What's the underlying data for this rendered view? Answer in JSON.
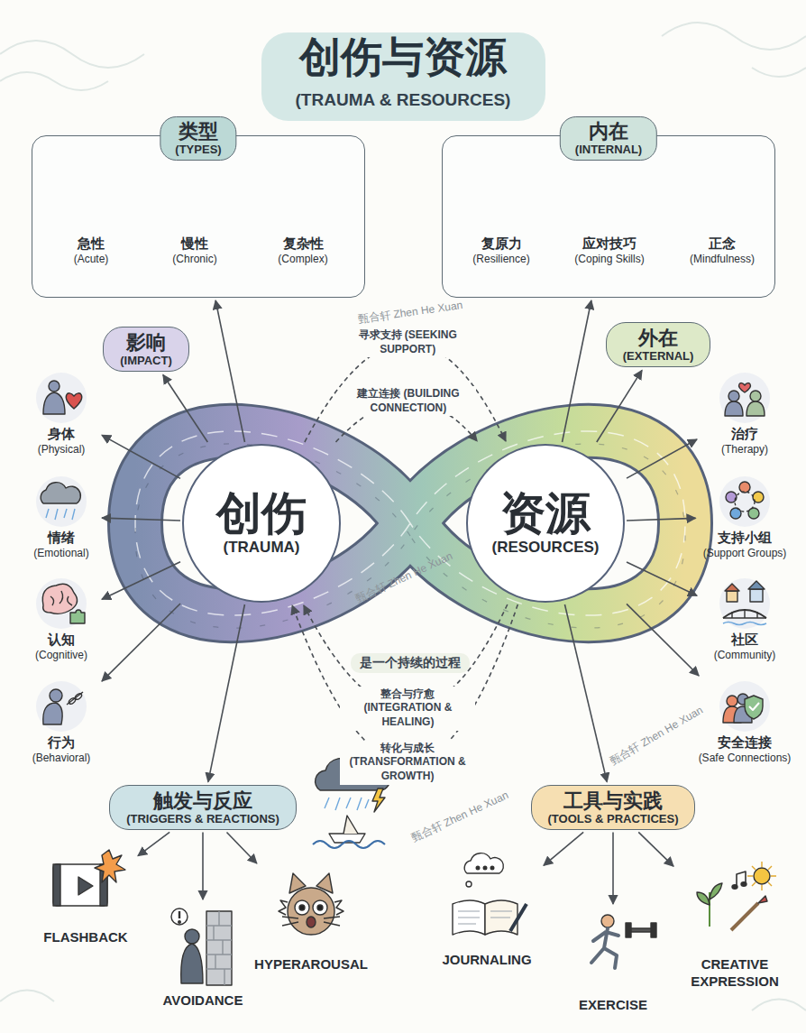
{
  "diagram": {
    "title": "创伤与资源",
    "caption": "(TRAUMA & RESOURCES)",
    "nodes": [
      {
        "text": [
          "类型",
          "(TYPES)"
        ]
      },
      {
        "text": [
          "急性",
          "(Acute)"
        ],
        "in": 0
      },
      {
        "text": [
          "慢性",
          "(Chronic)"
        ],
        "in": 0
      },
      {
        "text": [
          "复杂性",
          "(Complex)"
        ],
        "in": 0
      },
      {
        "text": [
          "内在",
          "(INTERNAL)"
        ]
      },
      {
        "text": [
          "复原力",
          "(Resilience)"
        ],
        "in": 4
      },
      {
        "text": [
          "应对技巧",
          "(Coping Skills)"
        ],
        "in": 4
      },
      {
        "text": [
          "正念",
          "(Mindfulness)"
        ],
        "in": 4
      },
      {
        "text": [
          "影响",
          "(IMPACT)"
        ]
      },
      {
        "text": [
          "身体",
          "(Physical)"
        ]
      },
      {
        "text": [
          "情绪",
          "(Emotional)"
        ]
      },
      {
        "text": [
          "认知",
          "(Cognitive)"
        ]
      },
      {
        "text": [
          "行为",
          "(Behavioral)"
        ]
      },
      {
        "text": [
          "创伤",
          "(TRAUMA)"
        ]
      },
      {
        "text": [
          "资源",
          "(RESOURCES)"
        ]
      },
      {
        "text": [
          "外在",
          "(EXTERNAL)"
        ]
      },
      {
        "text": [
          "治疗",
          "(Therapy)"
        ]
      },
      {
        "text": [
          "支持小组",
          "(Support Groups)"
        ]
      },
      {
        "text": [
          "社区",
          "(Community)"
        ]
      },
      {
        "text": [
          "安全连接",
          "(Safe Connections)"
        ]
      },
      {
        "text": [
          "触发与反应",
          "(TRIGGERS & REACTIONS)"
        ]
      },
      {
        "text": [
          "FLASHBACK"
        ]
      },
      {
        "text": [
          "AVOIDANCE"
        ]
      },
      {
        "text": [
          "HYPERAROUSAL"
        ]
      },
      {
        "text": [
          "工具与实践",
          "(TOOLS & PRACTICES)"
        ]
      },
      {
        "text": [
          "JOURNALING"
        ]
      },
      {
        "text": [
          "EXERCISE"
        ]
      },
      {
        "text": [
          "CREATIVE EXPRESSION"
        ]
      }
    ],
    "edges": [
      {
        "from": 13,
        "to": 0,
        "arrow": "to"
      },
      {
        "from": 13,
        "to": 8,
        "arrow": "to"
      },
      {
        "from": 13,
        "to": 9,
        "arrow": "to"
      },
      {
        "from": 13,
        "to": 10,
        "arrow": "to"
      },
      {
        "from": 13,
        "to": 11,
        "arrow": "to"
      },
      {
        "from": 13,
        "to": 12,
        "arrow": "to"
      },
      {
        "from": 13,
        "to": 20,
        "arrow": "to"
      },
      {
        "from": 14,
        "to": 4,
        "arrow": "to"
      },
      {
        "from": 14,
        "to": 15,
        "arrow": "to"
      },
      {
        "from": 14,
        "to": 16,
        "arrow": "to"
      },
      {
        "from": 14,
        "to": 17,
        "arrow": "to"
      },
      {
        "from": 14,
        "to": 18,
        "arrow": "to"
      },
      {
        "from": 14,
        "to": 19,
        "arrow": "to"
      },
      {
        "from": 14,
        "to": 24,
        "arrow": "to"
      },
      {
        "from": 20,
        "to": 21,
        "arrow": "to"
      },
      {
        "from": 20,
        "to": 22,
        "arrow": "to"
      },
      {
        "from": 20,
        "to": 23,
        "arrow": "to"
      },
      {
        "from": 24,
        "to": 25,
        "arrow": "to"
      },
      {
        "from": 24,
        "to": 26,
        "arrow": "to"
      },
      {
        "from": 24,
        "to": 27,
        "arrow": "to"
      },
      {
        "from": 13,
        "to": 14,
        "label": "寻求支持 (SEEKING SUPPORT)",
        "arrow": "to"
      },
      {
        "from": 13,
        "to": 14,
        "label": "建立连接 (BUILDING CONNECTION)",
        "arrow": "to"
      },
      {
        "from": 14,
        "to": 13,
        "label": "整合与疗愈 (INTEGRATION & HEALING)",
        "arrow": "to"
      },
      {
        "from": 14,
        "to": 13,
        "label": "转化与成长 (TRANSFORMATION & GROWTH)",
        "arrow": "to"
      }
    ],
    "labels": [
      "是一个持续的过程",
      "甄合轩 Zhen He Xuan",
      "甄合轩 Zhen He Xuan",
      "甄合轩 Zhen He Xuan",
      "甄合轩 Zhen He Xuan"
    ]
  }
}
